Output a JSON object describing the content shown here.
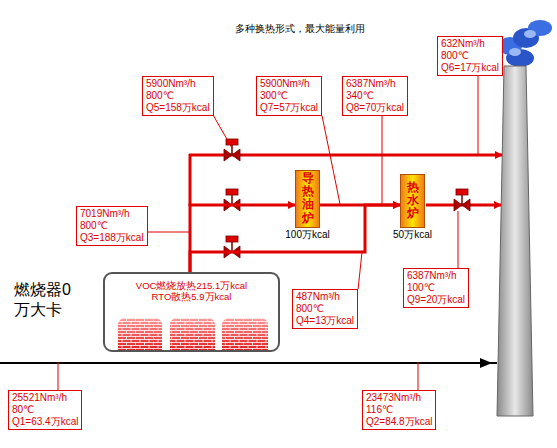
{
  "diagram": {
    "title": "多种换热形式，最大能量利用",
    "nodes": [
      {
        "text": [
          "632Nm³/h",
          "800℃",
          "Q6=17万kcal"
        ]
      },
      {
        "text": [
          "5900Nm³/h",
          "800℃",
          "Q5=158万kcal"
        ]
      },
      {
        "text": [
          "5900Nm³/h",
          "300℃",
          "Q7=57万kcal"
        ]
      },
      {
        "text": [
          "6387Nm³/h",
          "340℃",
          "Q8=70万kcal"
        ]
      },
      {
        "text": [
          "导热油炉",
          "100万kcal"
        ]
      },
      {
        "text": [
          "热水炉",
          "50万kcal"
        ]
      },
      {
        "text": [
          "7019Nm³/h",
          "800℃",
          "Q3=188万kcal"
        ]
      },
      {
        "text": [
          "VOC燃烧放热215.1万kcal",
          "RTO散热5.9万kcal"
        ]
      },
      {
        "text": [
          "487Nm³/h",
          "800℃",
          "Q4=13万kcal"
        ]
      },
      {
        "text": [
          "6387Nm³/h",
          "100℃",
          "Q9=20万kcal"
        ]
      },
      {
        "text": [
          "25521Nm³/h",
          "80℃",
          "Q1=63.4万kcal"
        ]
      },
      {
        "text": [
          "23473Nm³/h",
          "116℃",
          "Q2=84.8万kcal"
        ]
      }
    ],
    "edges": [
      {
        "from": 7,
        "to": 4,
        "arrow": "to"
      },
      {
        "from": 4,
        "to": 5,
        "arrow": "to"
      },
      {
        "from": 7,
        "to": 5,
        "arrow": "to"
      }
    ],
    "labels": [
      "燃烧器0 万大卡"
    ]
  }
}
